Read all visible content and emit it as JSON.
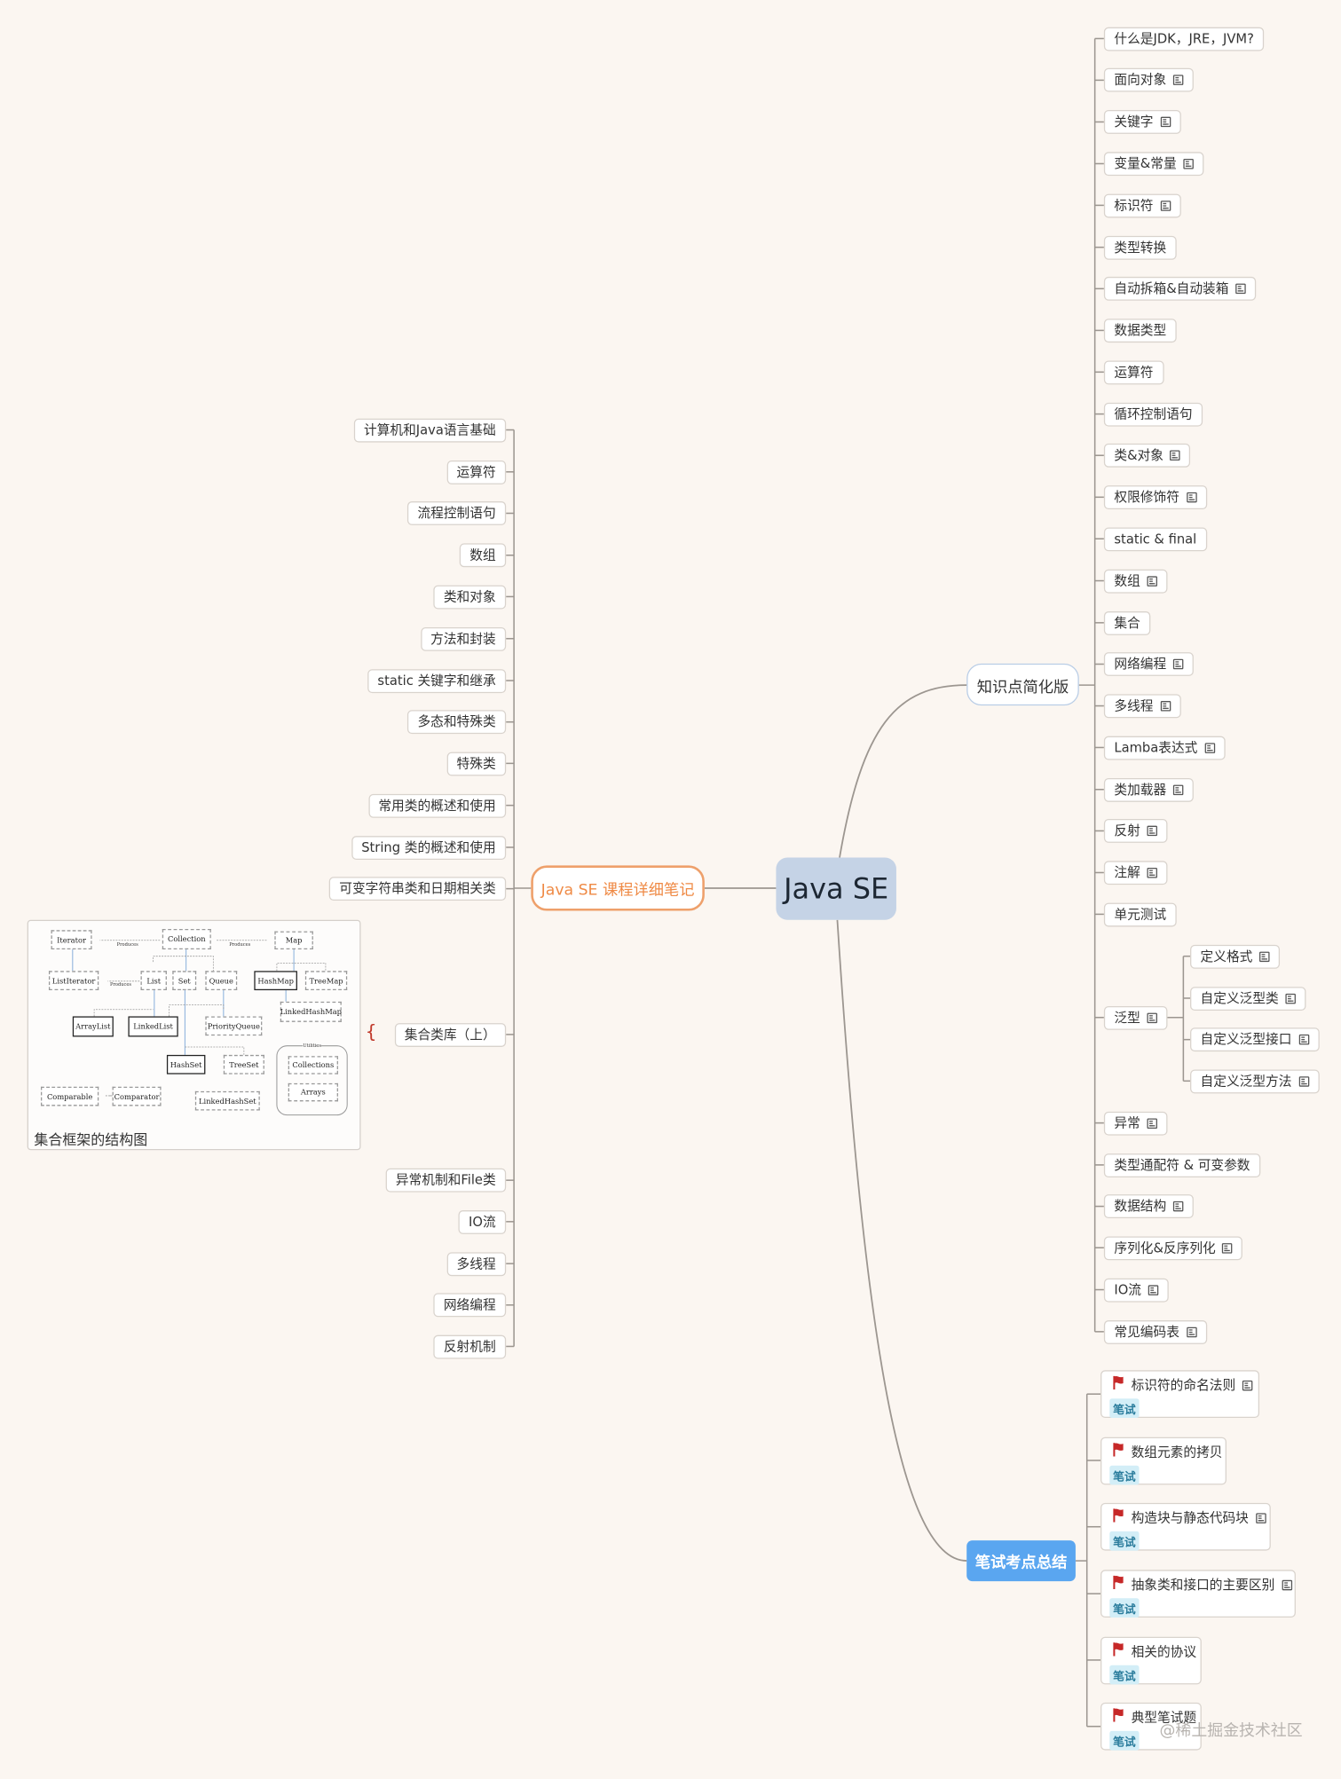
{
  "root": "Java SE",
  "left_branch": {
    "title": "Java SE 课程详细笔记",
    "items": [
      "计算机和Java语言基础",
      "运算符",
      "流程控制语句",
      "数组",
      "类和对象",
      "方法和封装",
      "static 关键字和继承",
      "多态和特殊类",
      "特殊类",
      "常用类的概述和使用",
      "String 类的概述和使用",
      "可变字符串类和日期相关类",
      "集合类库（上）",
      "异常机制和File类",
      "IO流",
      "多线程",
      "网络编程",
      "反射机制"
    ],
    "image_caption": "集合框架的结构图",
    "diagram": {
      "boxes": [
        "Iterator",
        "Collection",
        "Map",
        "ListIterator",
        "List",
        "Set",
        "Queue",
        "HashMap",
        "TreeMap",
        "LinkedHashMap",
        "ArrayList",
        "LinkedList",
        "PriorityQueue",
        "HashSet",
        "TreeSet",
        "LinkedHashSet",
        "Comparable",
        "Comparator",
        "Collections",
        "Arrays"
      ],
      "produces": "Produces",
      "utilities": "Utilities"
    }
  },
  "right_branch": {
    "title": "知识点简化版",
    "items": [
      {
        "label": "什么是JDK，JRE，JVM?",
        "note": false
      },
      {
        "label": "面向对象",
        "note": true
      },
      {
        "label": "关键字",
        "note": true
      },
      {
        "label": "变量&常量",
        "note": true
      },
      {
        "label": "标识符",
        "note": true
      },
      {
        "label": "类型转换",
        "note": false
      },
      {
        "label": "自动拆箱&自动装箱",
        "note": true
      },
      {
        "label": "数据类型",
        "note": false
      },
      {
        "label": "运算符",
        "note": false
      },
      {
        "label": "循环控制语句",
        "note": false
      },
      {
        "label": "类&对象",
        "note": true
      },
      {
        "label": "权限修饰符",
        "note": true
      },
      {
        "label": "static & final",
        "note": false
      },
      {
        "label": "数组",
        "note": true
      },
      {
        "label": "集合",
        "note": false
      },
      {
        "label": "网络编程",
        "note": true
      },
      {
        "label": "多线程",
        "note": true
      },
      {
        "label": "Lamba表达式",
        "note": true
      },
      {
        "label": "类加载器",
        "note": true
      },
      {
        "label": "反射",
        "note": true
      },
      {
        "label": "注解",
        "note": true
      },
      {
        "label": "单元测试",
        "note": false
      },
      {
        "label": "泛型",
        "note": true
      },
      {
        "label": "异常",
        "note": true
      },
      {
        "label": "类型通配符 & 可变参数",
        "note": false
      },
      {
        "label": "数据结构",
        "note": true
      },
      {
        "label": "序列化&反序列化",
        "note": true
      },
      {
        "label": "IO流",
        "note": true
      },
      {
        "label": "常见编码表",
        "note": true
      }
    ],
    "generics_children": [
      {
        "label": "定义格式",
        "note": true
      },
      {
        "label": "自定义泛型类",
        "note": true
      },
      {
        "label": "自定义泛型接口",
        "note": true
      },
      {
        "label": "自定义泛型方法",
        "note": true
      }
    ]
  },
  "exam_branch": {
    "title": "笔试考点总结",
    "tag": "笔试",
    "flag_color": "#c62828",
    "items": [
      {
        "label": "标识符的命名法则",
        "note": true
      },
      {
        "label": "数组元素的拷贝",
        "note": false
      },
      {
        "label": "构造块与静态代码块",
        "note": true
      },
      {
        "label": "抽象类和接口的主要区别",
        "note": true
      },
      {
        "label": "相关的协议",
        "note": false
      },
      {
        "label": "典型笔试题",
        "note": false
      }
    ]
  },
  "watermark": "@稀土掘金技术社区"
}
